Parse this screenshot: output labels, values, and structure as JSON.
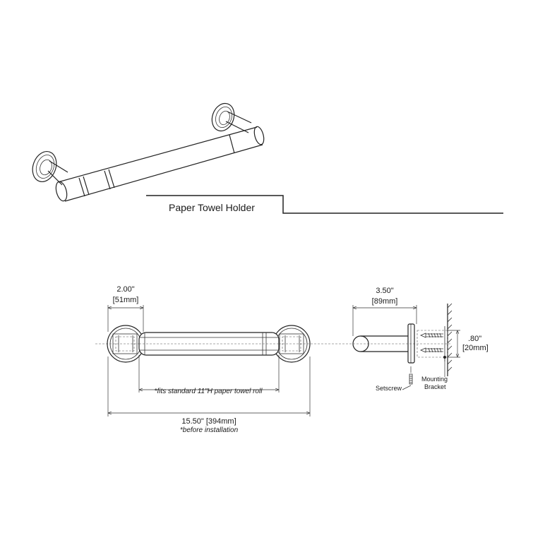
{
  "title": "Paper Towel Holder",
  "dimensions": {
    "flange_width_in": "2.00\"",
    "flange_width_mm": "[51mm]",
    "projection_in": "3.50\"",
    "projection_mm": "[89mm]",
    "bracket_in": ".80\"",
    "bracket_mm": "[20mm]",
    "overall_length": "15.50\" [394mm]",
    "overall_note": "*before installation",
    "roll_note": "*fits standard 11\"H paper towel roll"
  },
  "callouts": {
    "setscrew": "Setscrew",
    "mounting_line1": "Mounting",
    "mounting_line2": "Bracket"
  }
}
